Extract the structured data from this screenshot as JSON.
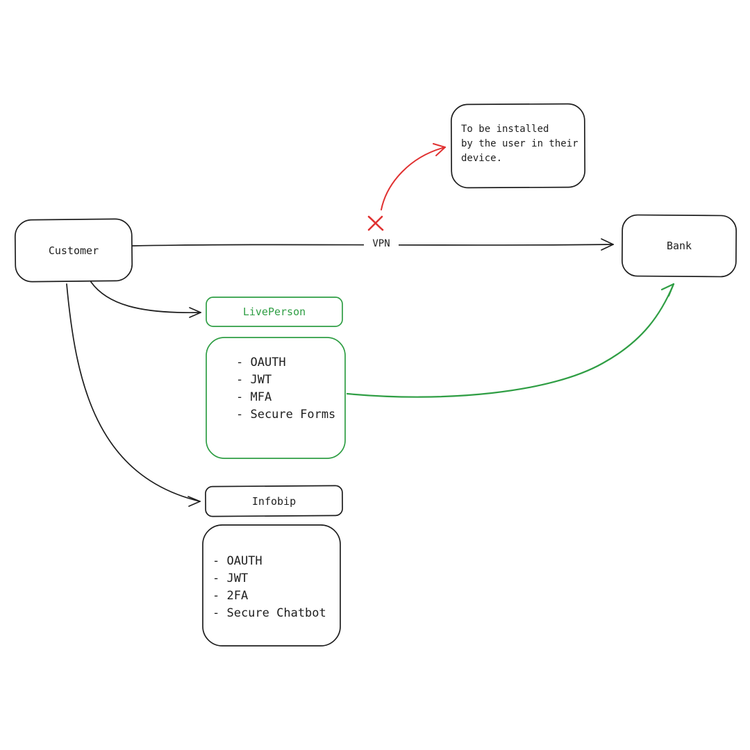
{
  "diagram": {
    "nodes": {
      "customer": {
        "label": "Customer"
      },
      "bank": {
        "label": "Bank"
      },
      "liveperson": {
        "label": "LivePerson"
      },
      "infobip": {
        "label": "Infobip"
      }
    },
    "edges": {
      "vpn": {
        "label": "VPN"
      }
    },
    "note": {
      "lines": {
        "0": "To be installed",
        "1": "by the user in their",
        "2": "device."
      }
    },
    "liveperson_features": {
      "items": {
        "0": "- OAUTH",
        "1": "- JWT",
        "2": "- MFA",
        "3": "- Secure Forms"
      }
    },
    "infobip_features": {
      "items": {
        "0": "- OAUTH",
        "1": "- JWT",
        "2": "- 2FA",
        "3": "- Secure Chatbot"
      }
    },
    "colors": {
      "stroke": "#1e1e1e",
      "green": "#2f9e44",
      "red": "#e03131",
      "background": "#ffffff"
    }
  }
}
